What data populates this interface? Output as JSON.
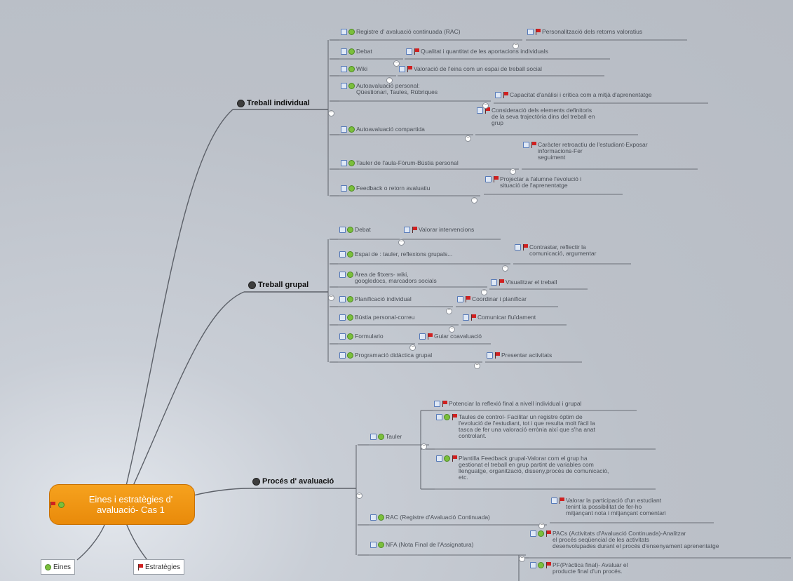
{
  "root": {
    "label": "Eines i estratègies d' avaluació- Cas 1"
  },
  "legend": {
    "tools": "Eines",
    "strategies": "Estratègies"
  },
  "branches": [
    {
      "label": "Treball individual"
    },
    {
      "label": "Treball grupal"
    },
    {
      "label": "Procés d' avaluació"
    }
  ],
  "nodes": [
    {
      "label": "Registre d' avaluació continuada (RAC)",
      "kind": "tool"
    },
    {
      "label": "Personalització dels retorns valoratius",
      "kind": "strategy"
    },
    {
      "label": "Debat",
      "kind": "tool"
    },
    {
      "label": "Qualitat i quantitat de les aportacions individuals",
      "kind": "strategy"
    },
    {
      "label": "Wiki",
      "kind": "tool"
    },
    {
      "label": "Valoració de l'eina com un espai de treball social",
      "kind": "strategy"
    },
    {
      "label": "Autoavaluació personal:\nQüestionari, Taules, Rúbriques",
      "kind": "tool"
    },
    {
      "label": "Capacitat d'anàlisi i crítica com a mitjà d'aprenentatge",
      "kind": "strategy"
    },
    {
      "label": "Autoavaluació compartida",
      "kind": "tool"
    },
    {
      "label": "Consideració dels elements definitoris\nde la seva trajectòria dins del treball en\ngrup",
      "kind": "strategy"
    },
    {
      "label": "Tauler de l'aula-Fòrum-Bústia personal",
      "kind": "tool"
    },
    {
      "label": "Caràcter retroactiu de l'estudiant-Exposar\ninformacions-Fer\nseguiment",
      "kind": "strategy"
    },
    {
      "label": "Feedback o retorn avaluatiu",
      "kind": "tool"
    },
    {
      "label": "Projectar a l'alumne l'evolució i\nsituació de l'aprenentatge",
      "kind": "strategy"
    },
    {
      "label": "Debat",
      "kind": "tool"
    },
    {
      "label": "Valorar intervencions",
      "kind": "strategy"
    },
    {
      "label": "Espai de : tauler, reflexions grupals...",
      "kind": "tool"
    },
    {
      "label": "Contrastar, reflectir la\ncomunicació, argumentar",
      "kind": "strategy"
    },
    {
      "label": "Àrea de fitxers- wiki,\ngoogledocs, marcadors socials",
      "kind": "tool"
    },
    {
      "label": "Visualitzar el treball",
      "kind": "strategy"
    },
    {
      "label": "Planificació individual",
      "kind": "tool"
    },
    {
      "label": "Coordinar i planificar",
      "kind": "strategy"
    },
    {
      "label": "Bústia personal-correu",
      "kind": "tool"
    },
    {
      "label": "Comunicar fluïdament",
      "kind": "strategy"
    },
    {
      "label": "Formulario",
      "kind": "tool"
    },
    {
      "label": "Guiar coavaluació",
      "kind": "strategy"
    },
    {
      "label": "Programació didàctica grupal",
      "kind": "tool"
    },
    {
      "label": "Presentar activitats",
      "kind": "strategy"
    },
    {
      "label": "Tauler",
      "kind": "tool"
    },
    {
      "label": "Potenciar la reflexió final a nivell individual i grupal",
      "kind": "strategy"
    },
    {
      "label": "Taules de control- Facilitar un registre òptim de\nl'evolució de l'estudiant, tot i que resulta molt fàcil la\ntasca de fer una valoració errònia així que s'ha anat\ncontrolant.",
      "kind": "both"
    },
    {
      "label": "Plantilla Feedback grupal-Valorar com el grup ha\ngestionat el treball en grup partint de variables com\nllenguatge, organització, disseny,procés de comunicació,\netc.",
      "kind": "both"
    },
    {
      "label": "RAC (Registre d'Avaluació Continuada)",
      "kind": "tool"
    },
    {
      "label": "Valorar la participació d'un estudiant\ntenint la possibilitat de fer-ho\nmitjançant nota i mitjançant comentari",
      "kind": "strategy"
    },
    {
      "label": "NFA (Nota Final de l'Assignatura)",
      "kind": "tool"
    },
    {
      "label": "PACs (Activitats d'Avaluació Continuada)-Analitzar\nel procés seqüencial de les activitats\ndesenvolupades durant el procés d'ensenyament aprenentatge",
      "kind": "both"
    },
    {
      "label": "PF(Pràctica final)- Avaluar el\nproducte final d'un procés.",
      "kind": "both"
    }
  ]
}
